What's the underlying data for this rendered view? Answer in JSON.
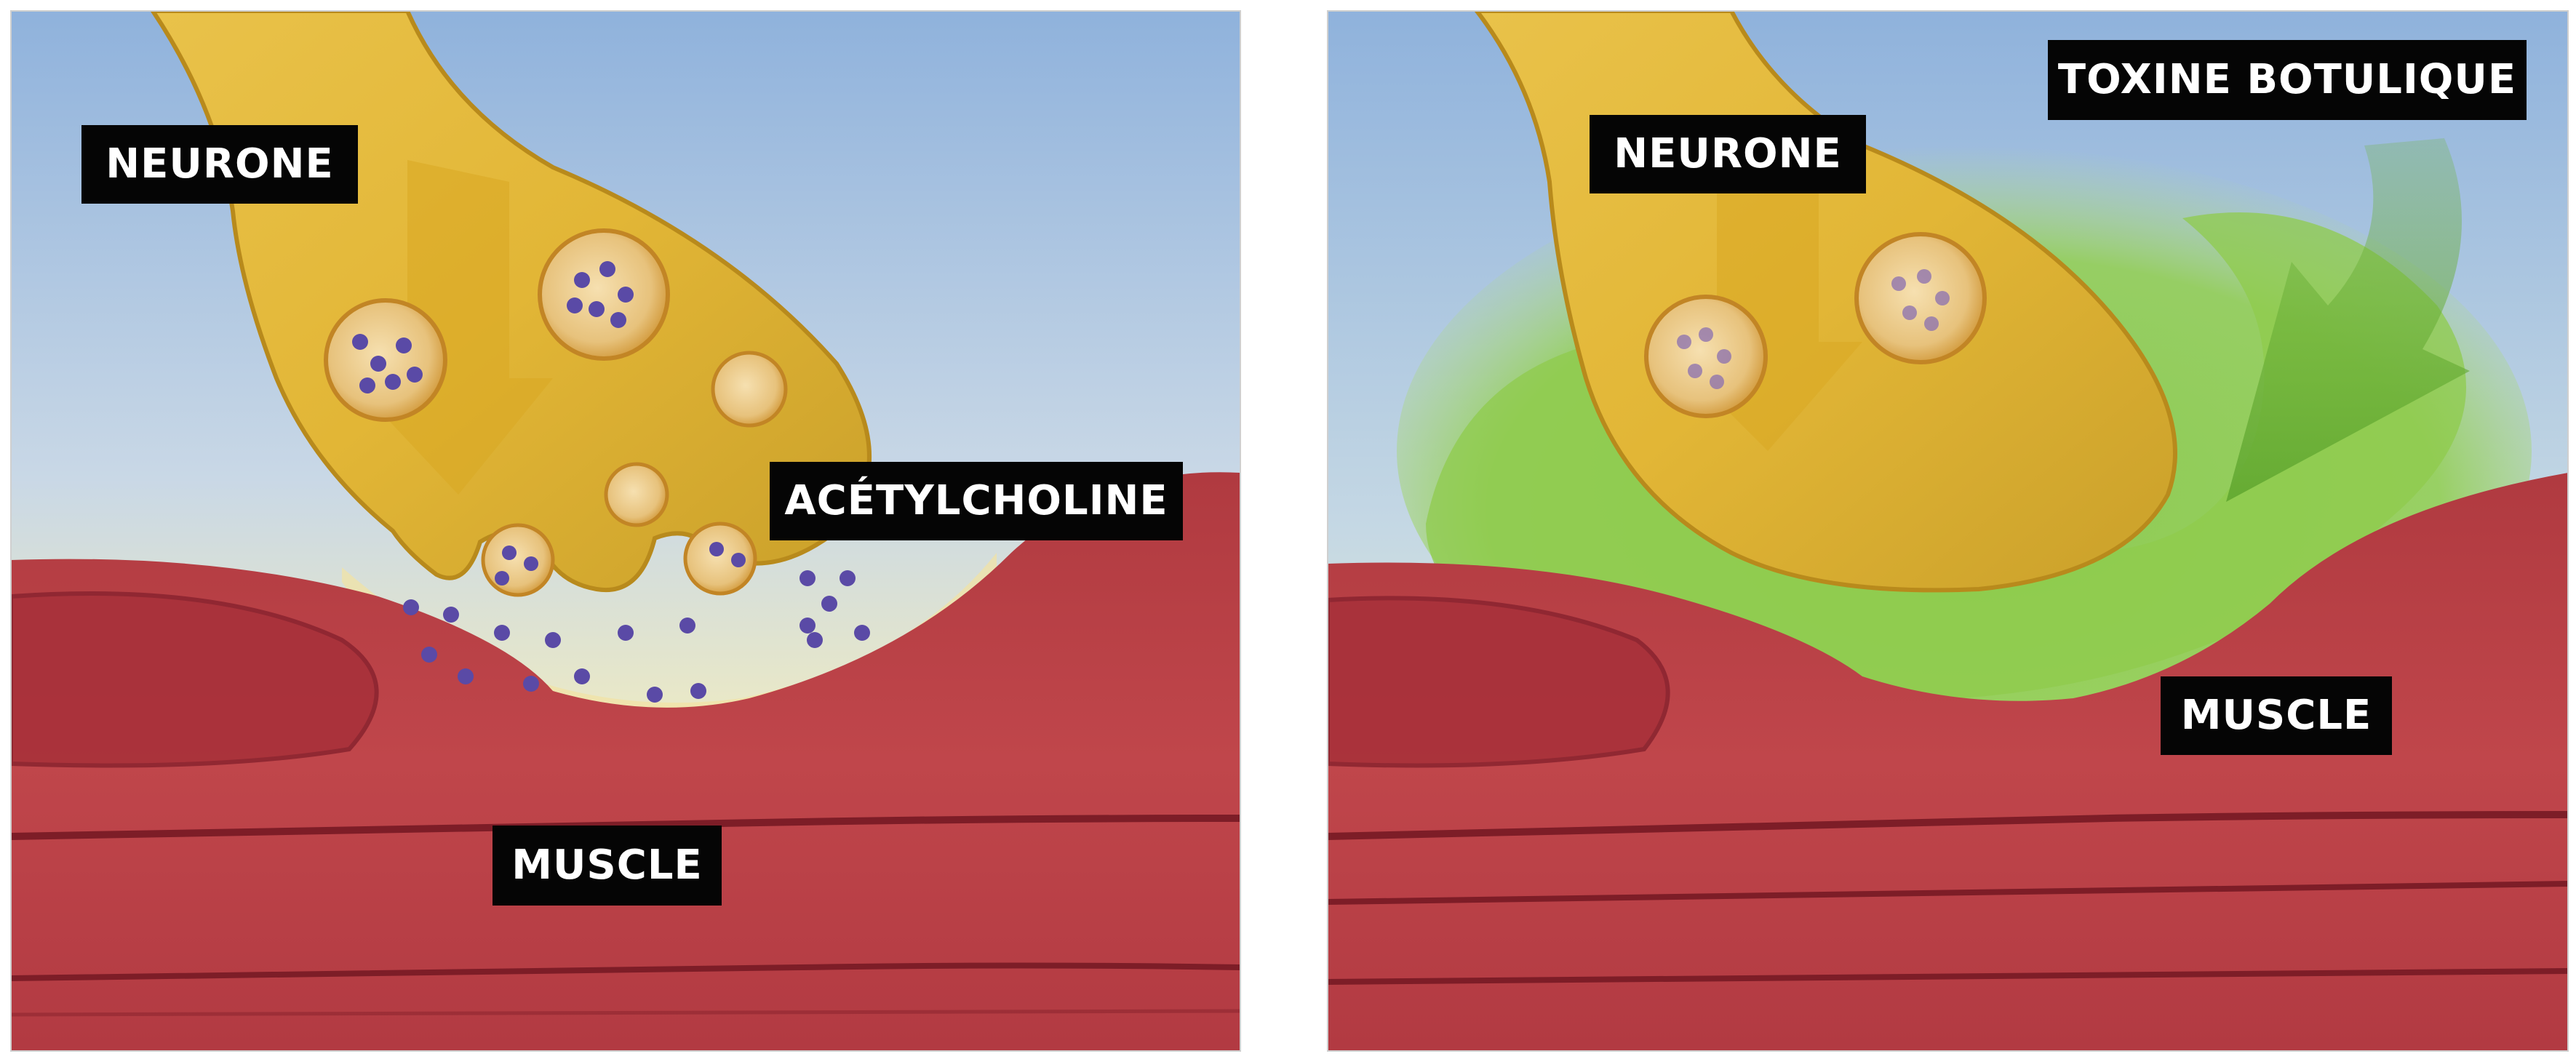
{
  "panels": {
    "normal": {
      "neuron_label": "NEURONE",
      "acetylcholine_label": "ACÉTYLCHOLINE",
      "muscle_label": "MUSCLE"
    },
    "toxin": {
      "neuron_label": "NEURONE",
      "toxin_label": "TOXINE BOTULIQUE",
      "muscle_label": "MUSCLE"
    }
  },
  "colors": {
    "neuron": "#e0b32e",
    "vesicle": "#d8992b",
    "acetylcholine": "#5a4aa6",
    "muscle": "#b5333c",
    "muscle_striation": "#7d1d27",
    "toxin": "#7fc23c",
    "sky": "#a9c4e4",
    "label_bg": "#050505",
    "label_text": "#ffffff"
  },
  "icons": [
    "arrow-down-icon",
    "curved-arrow-icon"
  ]
}
